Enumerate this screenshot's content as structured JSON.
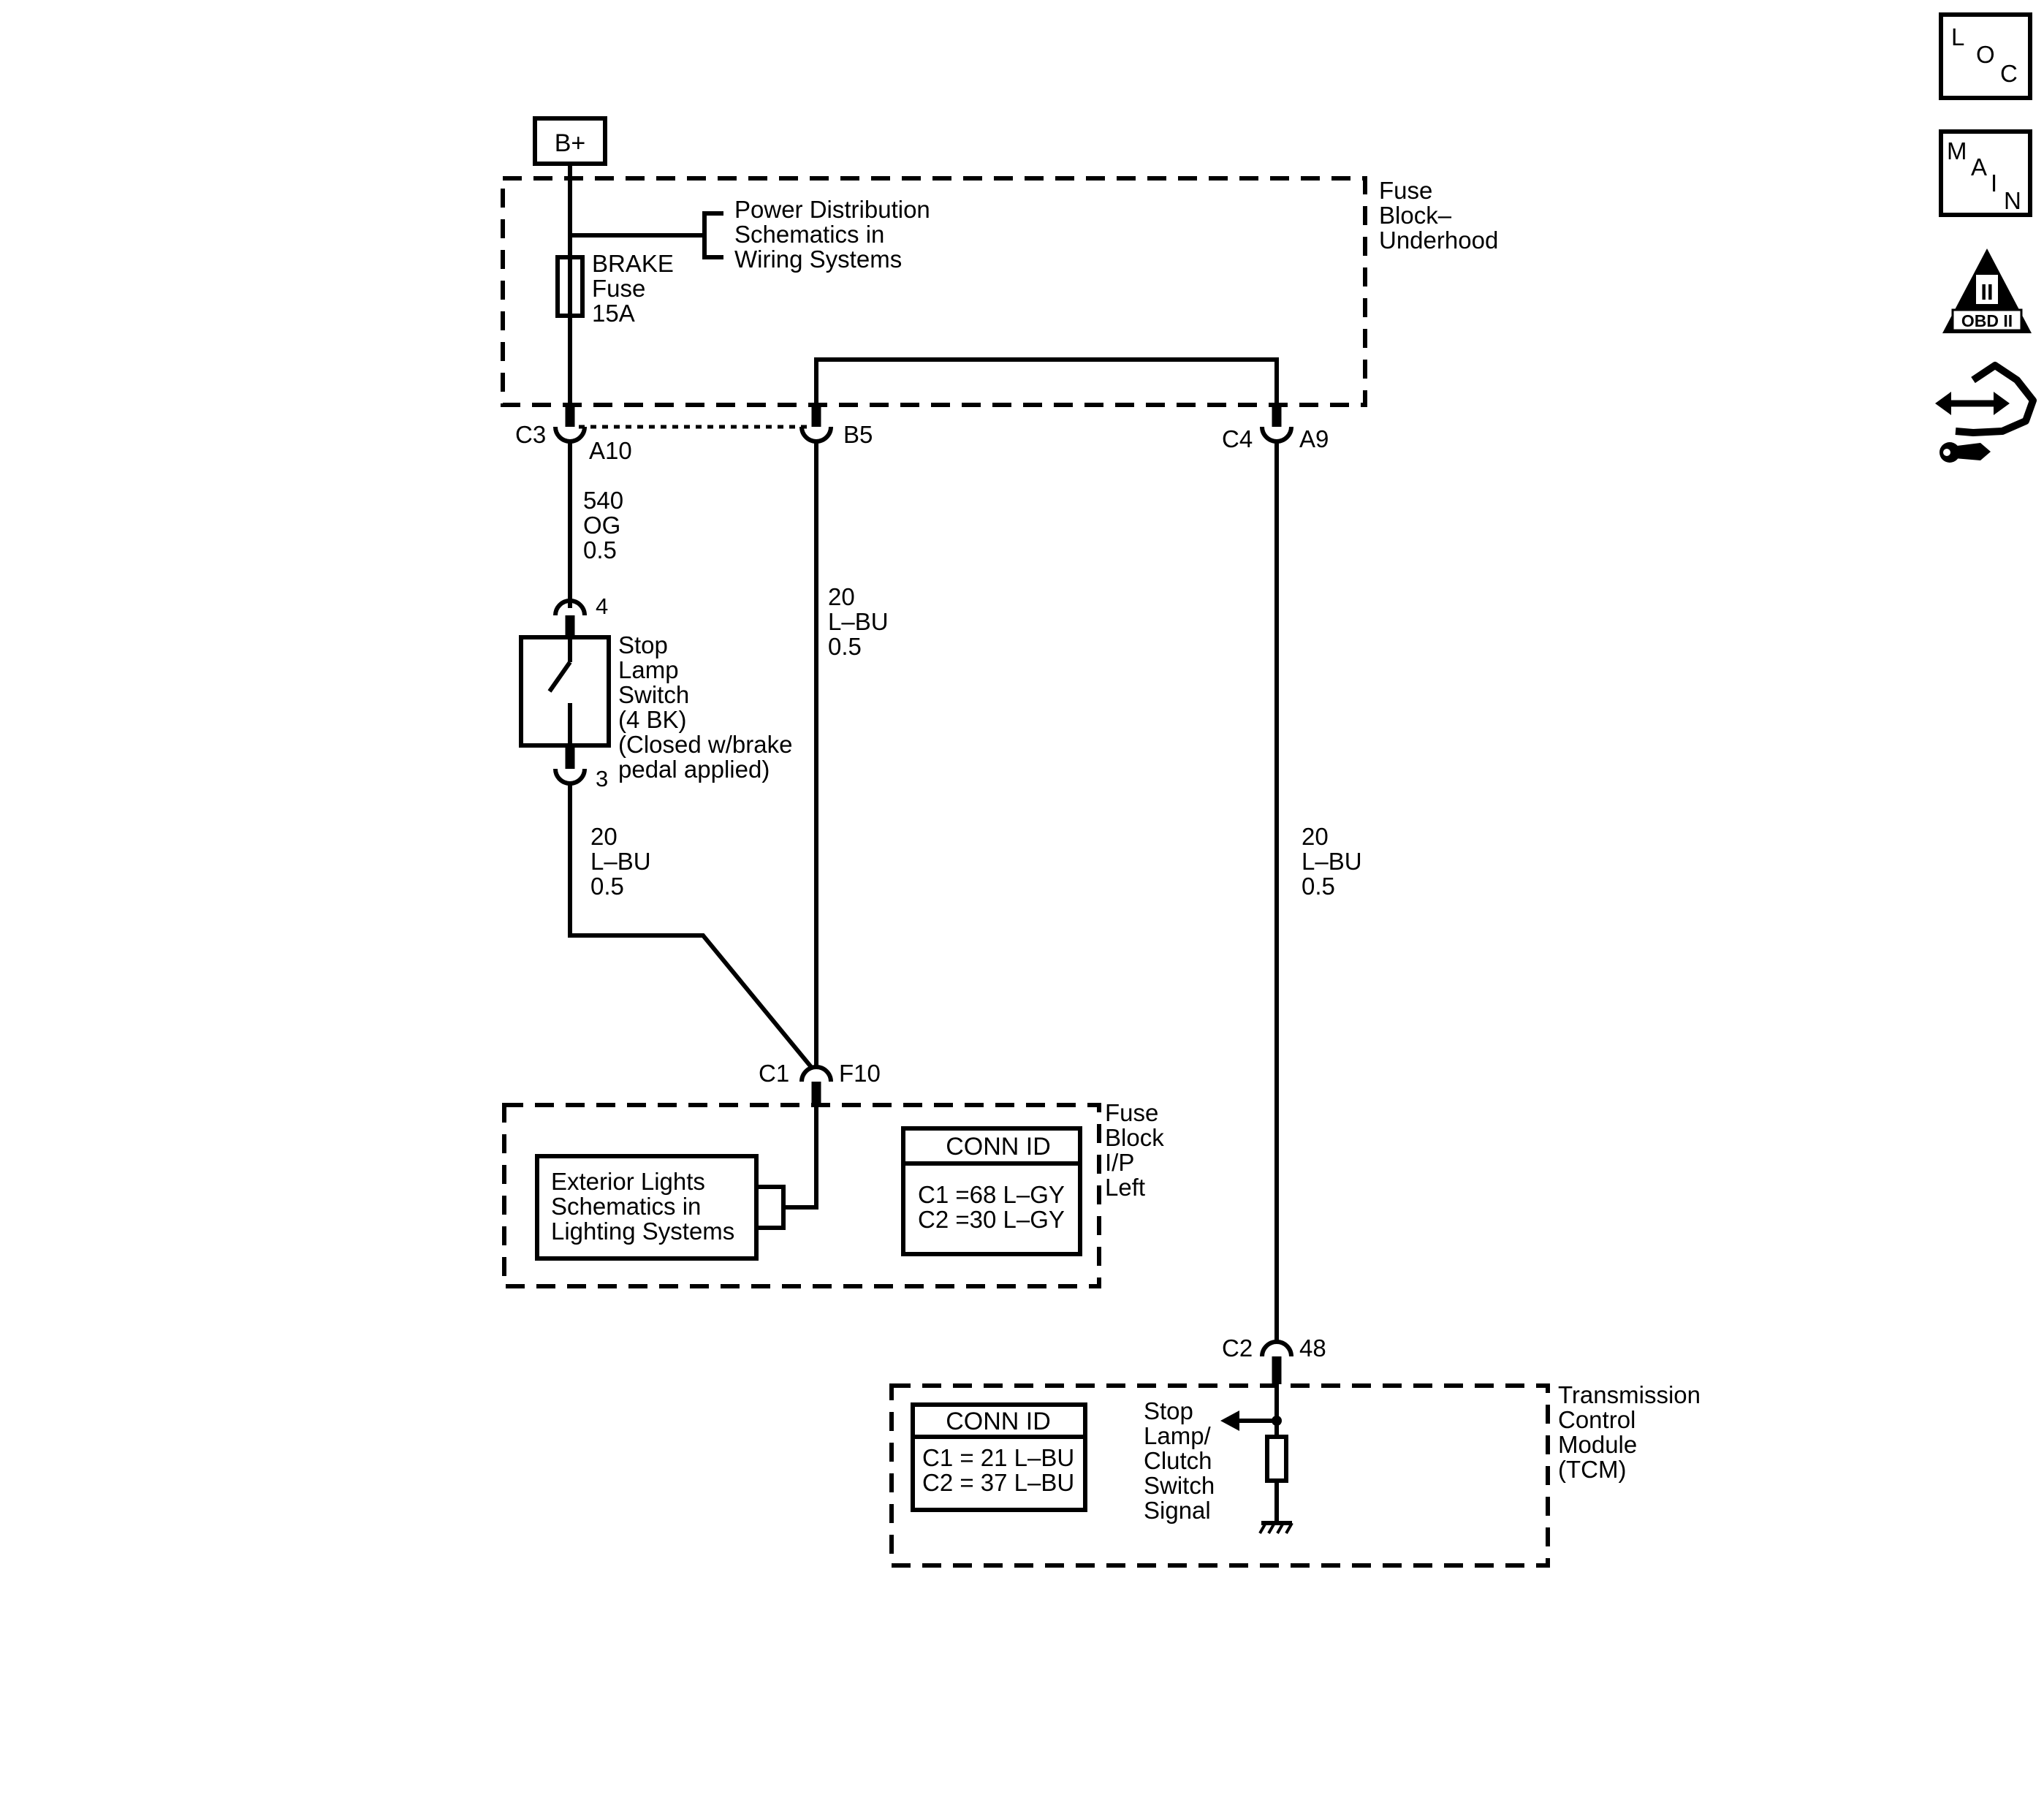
{
  "power": {
    "label": "B+"
  },
  "fuse_block_underhood": {
    "label_lines": [
      "Fuse",
      "Block–",
      "Underhood"
    ],
    "fuse_label_lines": [
      "BRAKE",
      "Fuse",
      "15A"
    ],
    "reference_lines": [
      "Power Distribution",
      "Schematics in",
      "Wiring Systems"
    ]
  },
  "connectors": {
    "c3": "C3",
    "a10": "A10",
    "b5": "B5",
    "c4": "C4",
    "a9": "A9",
    "c1": "C1",
    "f10": "F10",
    "c2": "C2",
    "pin48": "48",
    "pin4": "4",
    "pin3": "3"
  },
  "wires": {
    "w540": [
      "540",
      "OG",
      "0.5"
    ],
    "w20_switch": [
      "20",
      "L–BU",
      "0.5"
    ],
    "w20_center": [
      "20",
      "L–BU",
      "0.5"
    ],
    "w20_right": [
      "20",
      "L–BU",
      "0.5"
    ]
  },
  "stop_lamp_switch": {
    "label_lines": [
      "Stop",
      "Lamp",
      "Switch",
      "(4 BK)",
      "(Closed w/brake",
      "pedal applied)"
    ]
  },
  "fuse_block_ip": {
    "label_lines": [
      "Fuse",
      "Block",
      "I/P",
      "Left"
    ],
    "reference_lines": [
      "Exterior Lights",
      "Schematics in",
      "Lighting Systems"
    ],
    "conn_id": {
      "title": "CONN ID",
      "lines": [
        "C1 =68 L–GY",
        "C2 =30 L–GY"
      ]
    }
  },
  "tcm": {
    "label_lines": [
      "Transmission",
      "Control",
      "Module",
      "(TCM)"
    ],
    "signal_lines": [
      "Stop",
      "Lamp/",
      "Clutch",
      "Switch",
      "Signal"
    ],
    "conn_id": {
      "title": "CONN ID",
      "lines": [
        "C1 = 21 L–BU",
        "C2 = 37 L–BU"
      ]
    }
  },
  "nav_icons": {
    "loc": [
      "L",
      "O",
      "C"
    ],
    "main": [
      "M",
      "A",
      "I",
      "N"
    ],
    "obd": {
      "numeral": "II",
      "label": "OBD II"
    },
    "icons": [
      "loc-icon",
      "main-icon",
      "obd-ii-icon",
      "hand-connector-icon"
    ]
  }
}
